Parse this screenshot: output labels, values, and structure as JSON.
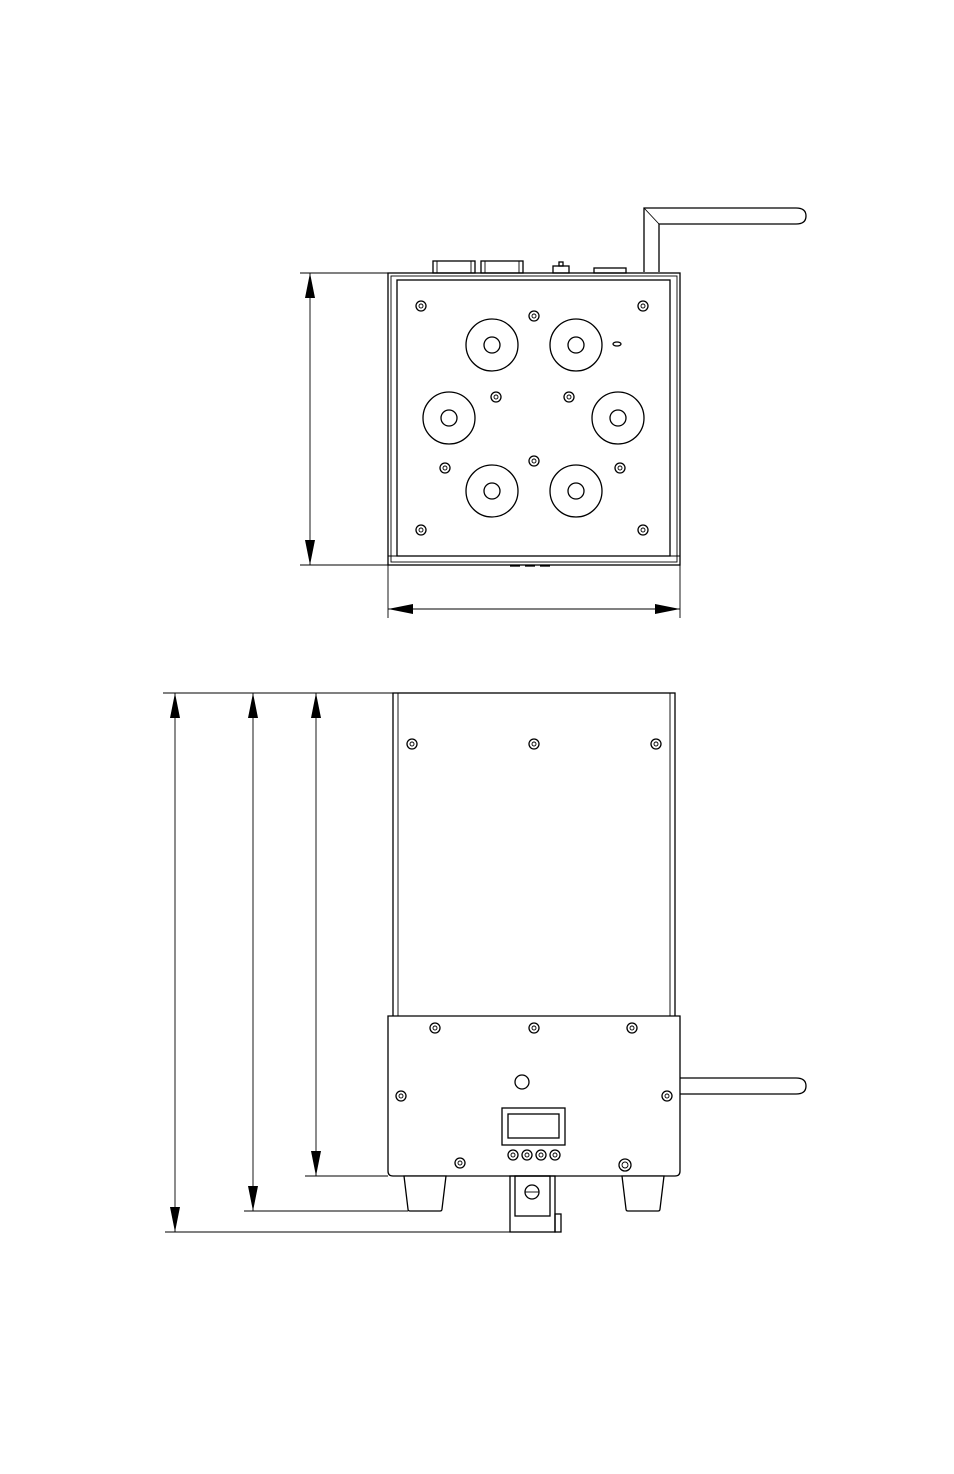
{
  "drawing": {
    "type": "technical dimension drawing",
    "views": [
      "top-view",
      "side-view"
    ],
    "top_view": {
      "lens_count": 6,
      "dimension_lines": 2
    },
    "side_view": {
      "dimension_lines": 3,
      "control_buttons": 4
    },
    "line_color": "#000000",
    "background": "#ffffff"
  }
}
